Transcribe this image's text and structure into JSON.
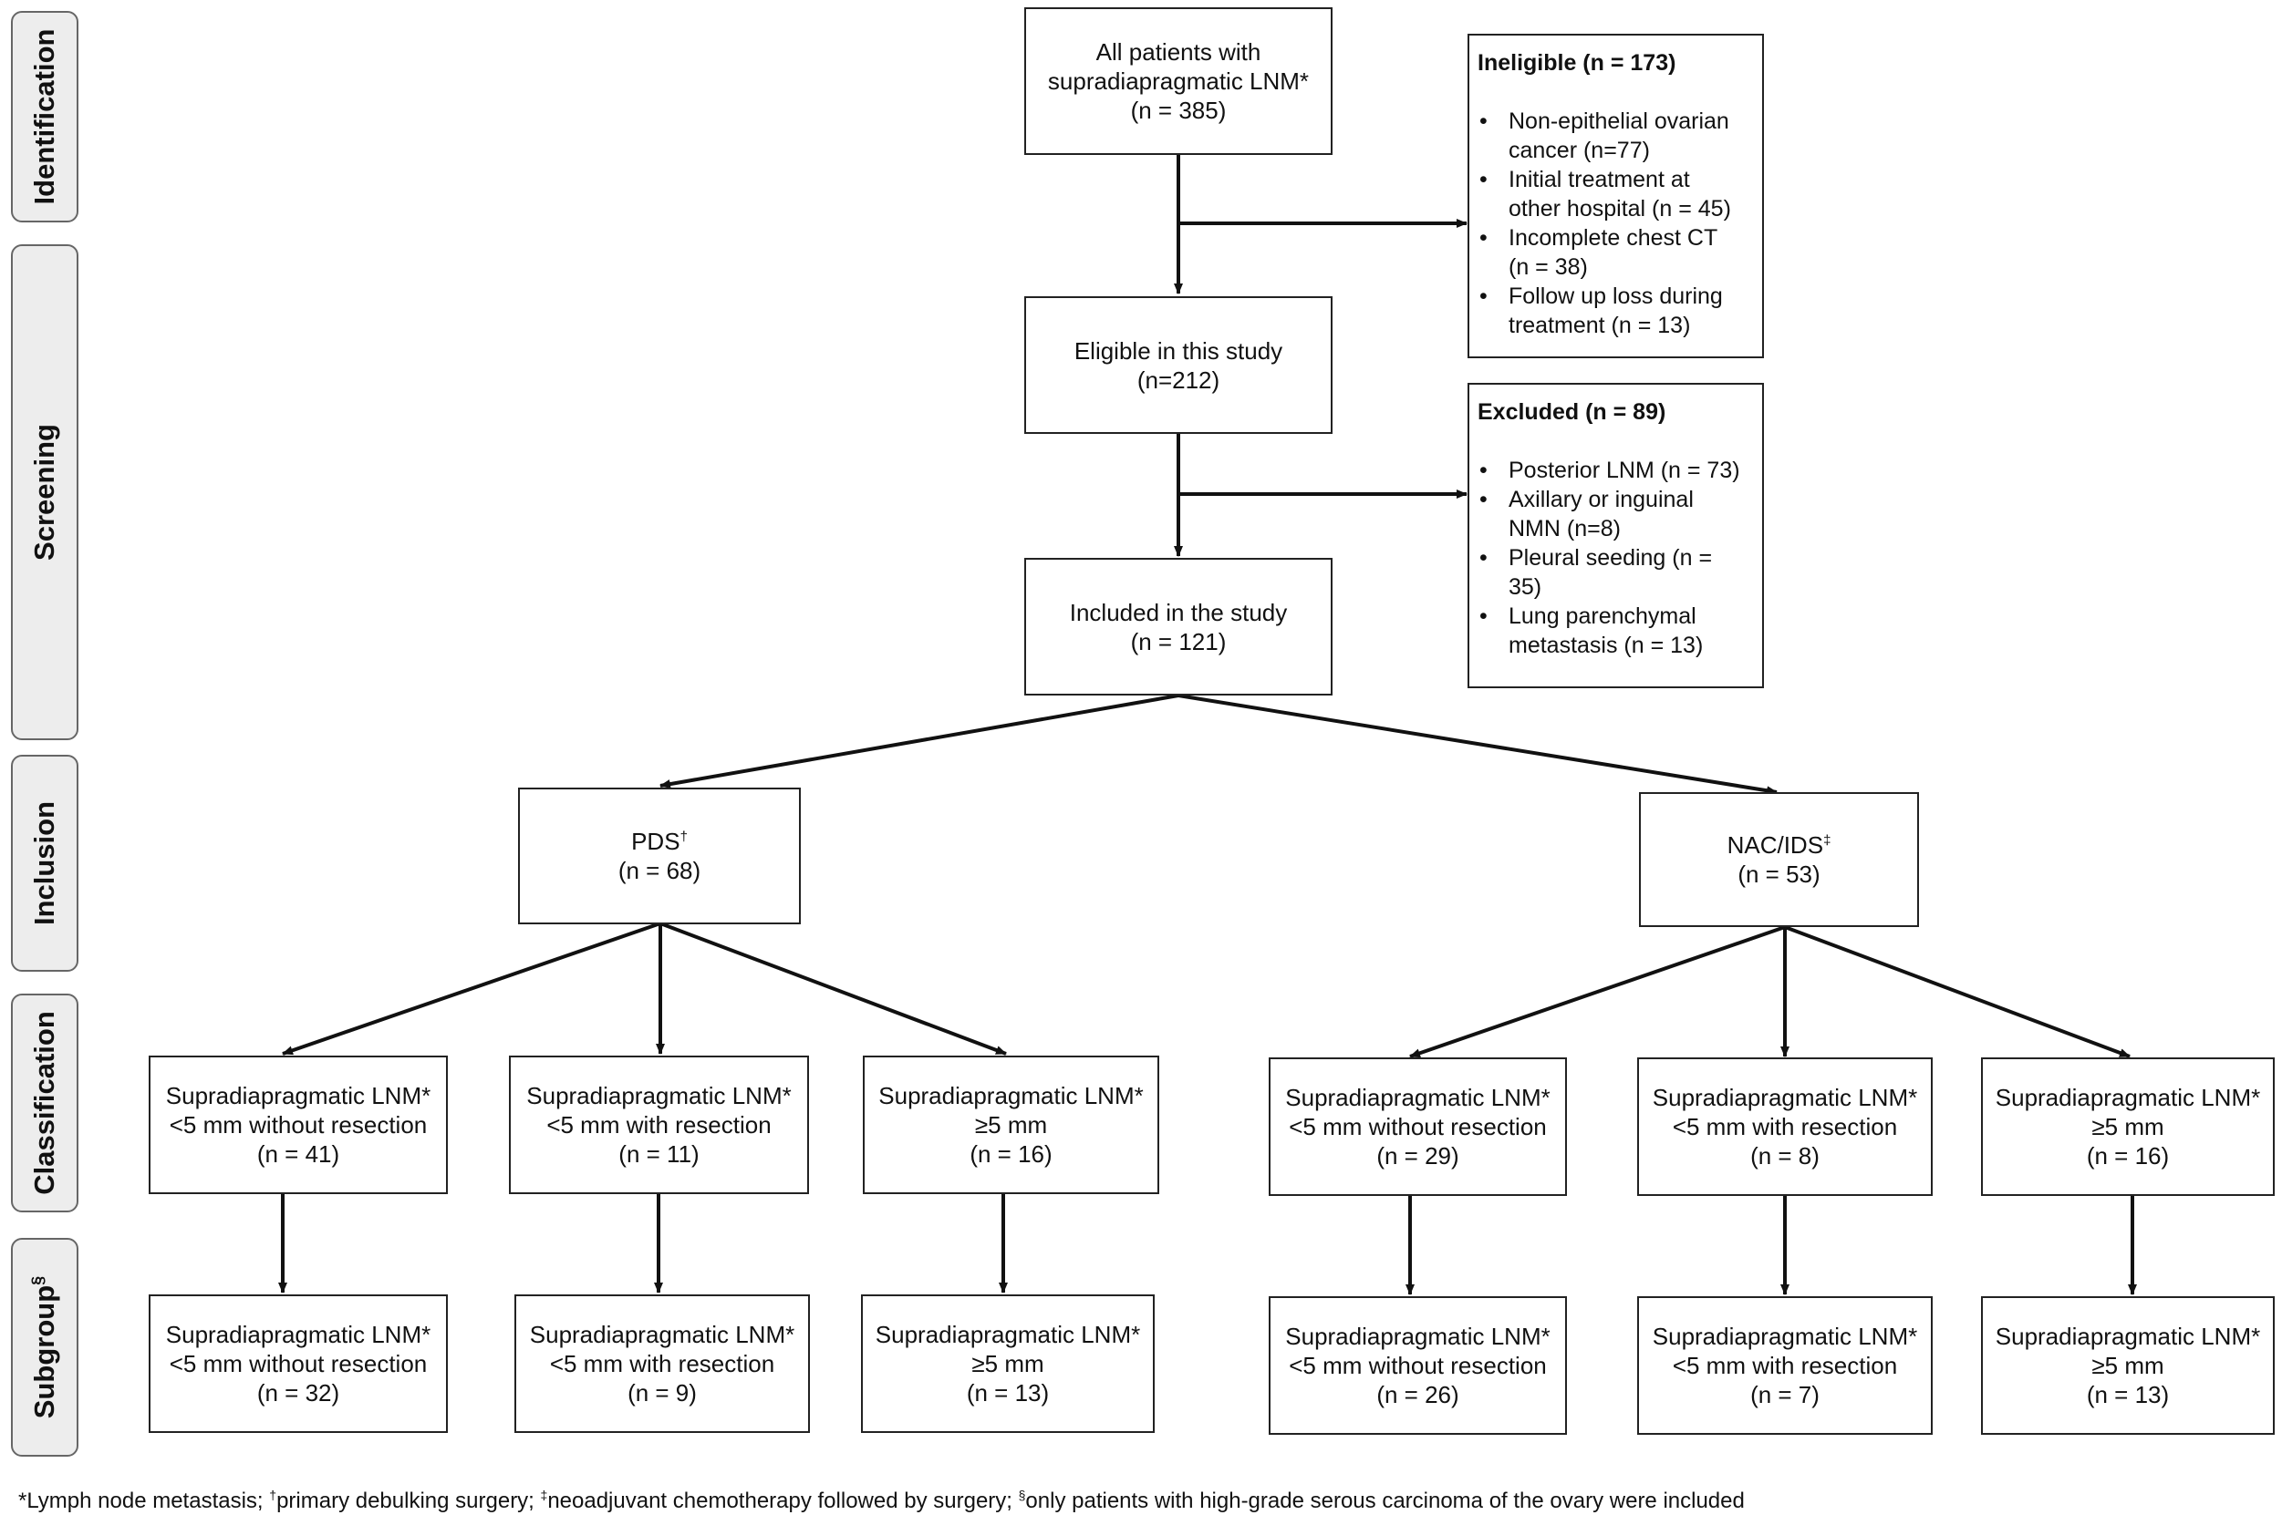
{
  "stages": {
    "identification": "Identification",
    "screening": "Screening",
    "inclusion": "Inclusion",
    "classification": "Classification",
    "subgroup": "Subgroup",
    "subgroup_mark": "§"
  },
  "flow": {
    "all_patients": {
      "line1": "All patients with",
      "line2": "supradiapragmatic LNM*",
      "count": "(n = 385)"
    },
    "eligible": {
      "line1": "Eligible in this study",
      "count": "(n=212)"
    },
    "included": {
      "line1": "Included in the study",
      "count": "(n = 121)"
    },
    "pds": {
      "label": "PDS",
      "mark": "†",
      "count": "(n = 68)"
    },
    "nac": {
      "label": "NAC/IDS",
      "mark": "‡",
      "count": "(n = 53)"
    }
  },
  "ineligible": {
    "heading": "Ineligible (n = 173)",
    "items": [
      {
        "l1": "Non-epithelial ovarian",
        "l2": "cancer (n=77)"
      },
      {
        "l1": "Initial treatment at",
        "l2": "other hospital (n = 45)"
      },
      {
        "l1": "Incomplete chest CT",
        "l2": "(n = 38)"
      },
      {
        "l1": "Follow up loss during",
        "l2": "treatment (n = 13)"
      }
    ]
  },
  "excluded": {
    "heading": "Excluded (n = 89)",
    "items": [
      {
        "l1": "Posterior LNM (n = 73)",
        "l2": ""
      },
      {
        "l1": "Axillary or inguinal",
        "l2": "NMN (n=8)"
      },
      {
        "l1": "Pleural seeding (n =",
        "l2": "35)"
      },
      {
        "l1": "Lung parenchymal",
        "l2": "metastasis (n = 13)"
      }
    ]
  },
  "classification": {
    "pds": [
      {
        "line1": "Supradiapragmatic LNM*",
        "line2": "<5 mm without resection",
        "count": "(n = 41)"
      },
      {
        "line1": "Supradiapragmatic LNM*",
        "line2": "<5 mm with resection",
        "count": "(n = 11)"
      },
      {
        "line1": "Supradiapragmatic LNM*",
        "line2": "≥5 mm",
        "count": "(n = 16)"
      }
    ],
    "nac": [
      {
        "line1": "Supradiapragmatic LNM*",
        "line2": "<5 mm without resection",
        "count": "(n = 29)"
      },
      {
        "line1": "Supradiapragmatic LNM*",
        "line2": "<5 mm with resection",
        "count": "(n = 8)"
      },
      {
        "line1": "Supradiapragmatic LNM*",
        "line2": "≥5 mm",
        "count": "(n = 16)"
      }
    ]
  },
  "subgroup": {
    "pds": [
      {
        "line1": "Supradiapragmatic LNM*",
        "line2": "<5 mm without resection",
        "count": "(n = 32)"
      },
      {
        "line1": "Supradiapragmatic LNM*",
        "line2": "<5 mm with resection",
        "count": "(n = 9)"
      },
      {
        "line1": "Supradiapragmatic LNM*",
        "line2": "≥5 mm",
        "count": "(n = 13)"
      }
    ],
    "nac": [
      {
        "line1": "Supradiapragmatic LNM*",
        "line2": "<5 mm without resection",
        "count": "(n = 26)"
      },
      {
        "line1": "Supradiapragmatic LNM*",
        "line2": "<5 mm with resection",
        "count": "(n = 7)"
      },
      {
        "line1": "Supradiapragmatic LNM*",
        "line2": "≥5 mm",
        "count": "(n = 13)"
      }
    ]
  },
  "footnote": {
    "mark1": "*",
    "text1": "Lymph node metastasis; ",
    "mark2": "†",
    "text2": "primary debulking surgery; ",
    "mark3": "‡",
    "text3": "neoadjuvant chemotherapy followed by surgery; ",
    "mark4": "§",
    "text4": "only patients with high-grade serous carcinoma of the ovary were included"
  },
  "colors": {
    "line": "#111111",
    "box_border": "#222222",
    "side_fill": "#ededed",
    "side_border": "#666666"
  }
}
